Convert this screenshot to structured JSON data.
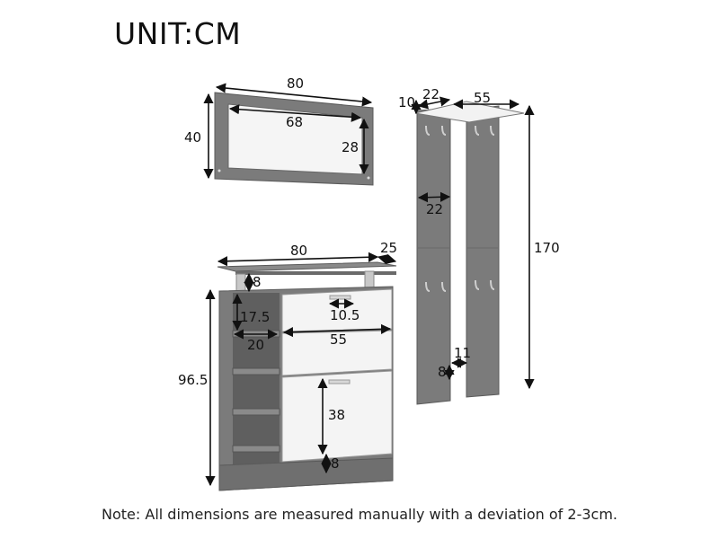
{
  "title": "UNIT:CM",
  "note": "Note: All dimensions are measured manually with a deviation of 2-3cm.",
  "colors": {
    "panel": "#7b7b7b",
    "panel_dark": "#5f5f5f",
    "panel_light": "#9a9a9a",
    "white": "#f4f4f4",
    "line": "#111111"
  },
  "mirror": {
    "outer_width": "80",
    "outer_height": "40",
    "inner_width": "68",
    "inner_height": "28"
  },
  "coat_rack": {
    "depth": "10",
    "panel_width": "22",
    "shelf_width": "55",
    "mid_width": "22",
    "height": "170",
    "gap": "11",
    "bottom": "8"
  },
  "shoe_cabinet": {
    "width": "80",
    "depth": "25",
    "top_gap": "8",
    "handle": "10.5",
    "shelf_height": "17.5",
    "shelf_width": "20",
    "drawer_width": "55",
    "height": "96.5",
    "door_height": "38",
    "base": "8"
  }
}
